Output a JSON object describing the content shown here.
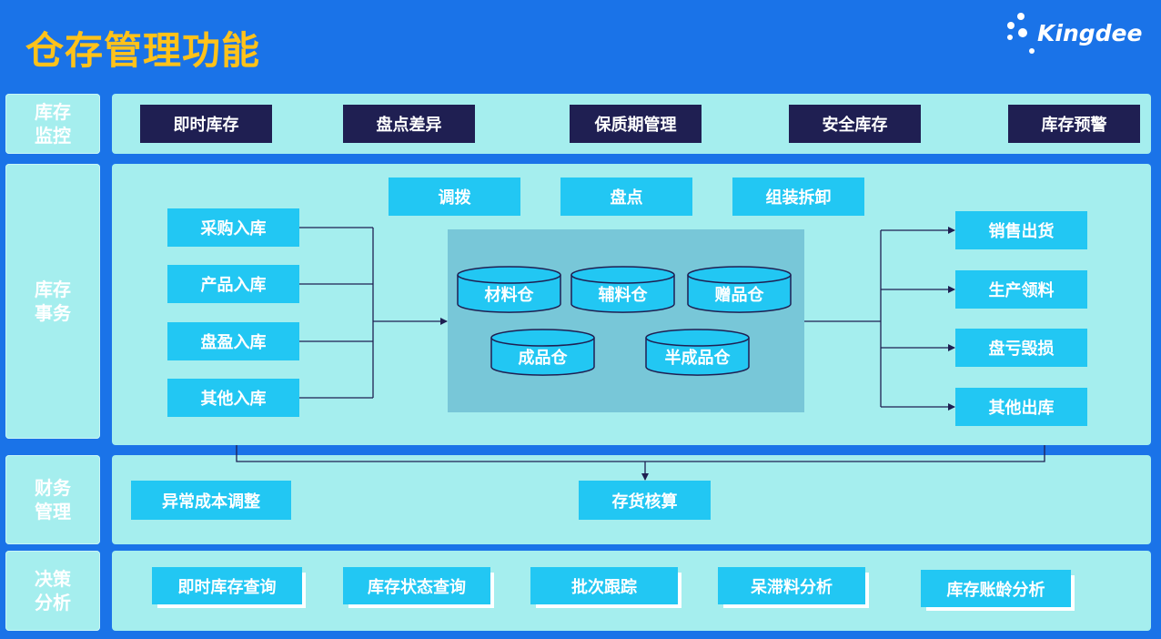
{
  "header": {
    "title": "仓存管理功能",
    "logo_text": "Kingdee"
  },
  "rows": {
    "monitor": "库存监控",
    "transactions": "库存事务",
    "finance": "财务管理",
    "analysis": "决策分析"
  },
  "monitor_items": [
    "即时库存",
    "盘点差异",
    "保质期管理",
    "安全库存",
    "库存预警"
  ],
  "transactions": {
    "top_ops": [
      "调拨",
      "盘点",
      "组装拆卸"
    ],
    "inbound": [
      "采购入库",
      "产品入库",
      "盘盈入库",
      "其他入库"
    ],
    "outbound": [
      "销售出货",
      "生产领料",
      "盘亏毁损",
      "其他出库"
    ],
    "warehouses": [
      "材料仓",
      "辅料仓",
      "赠品仓",
      "成品仓",
      "半成品仓"
    ]
  },
  "finance_items": [
    "异常成本调整",
    "存货核算"
  ],
  "analysis_items": [
    "即时库存查询",
    "库存状态查询",
    "批次跟踪",
    "呆滞料分析",
    "库存账龄分析"
  ],
  "colors": {
    "background": "#1a73e8",
    "title": "#ffc21a",
    "panel": "#a5eeee",
    "navy_box": "#1f1f52",
    "cyan_box": "#22c7f3",
    "store_area": "#78c7d8",
    "connector": "#1f1f52"
  }
}
